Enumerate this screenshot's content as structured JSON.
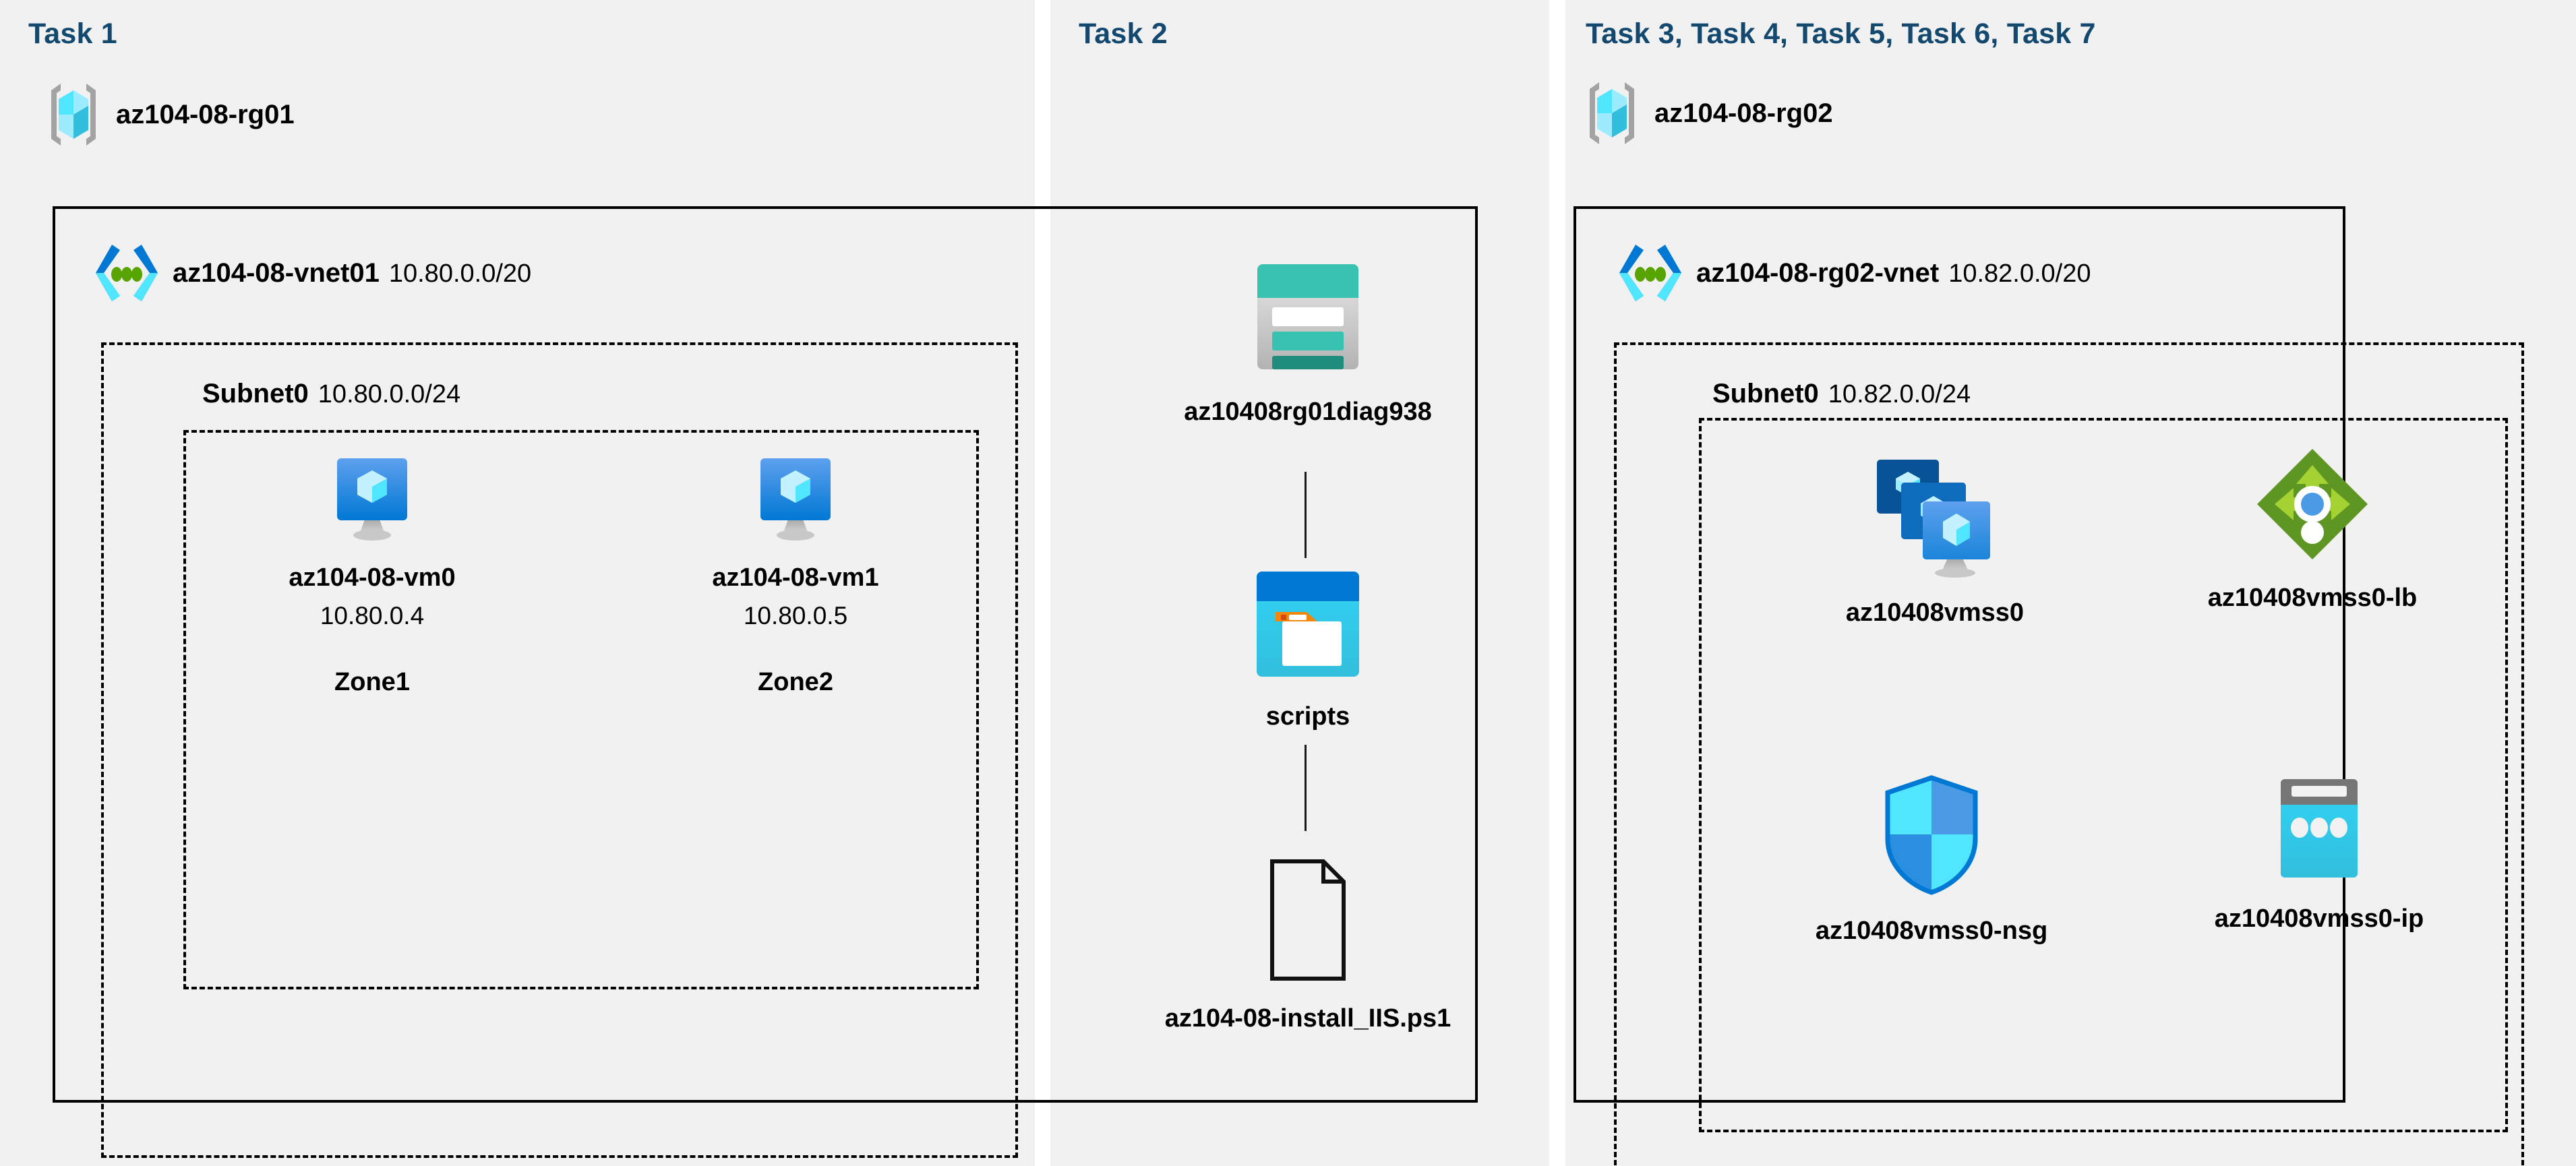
{
  "tasks": {
    "task1_header": "Task 1",
    "task2_header": "Task 2",
    "task3_header": "Task 3, Task 4, Task 5, Task 6, Task 7"
  },
  "colors": {
    "panel_bg": "#f1f1f1",
    "page_bg": "#ffffff",
    "task_header": "#13486f",
    "border": "#000000",
    "azure_blue": "#0078d4",
    "azure_cyan": "#50e6ff",
    "storage_teal": "#37c2b1",
    "lb_green": "#5e9624",
    "nsg_blue": "#0078d4"
  },
  "task1": {
    "resource_group": {
      "name": "az104-08-rg01",
      "icon": "resource-group-icon"
    },
    "vnet": {
      "name": "az104-08-vnet01",
      "cidr": "10.80.0.0/20",
      "icon": "virtual-network-icon"
    },
    "subnet": {
      "name": "Subnet0",
      "cidr": "10.80.0.0/24"
    },
    "vms": [
      {
        "name": "az104-08-vm0",
        "ip": "10.80.0.4",
        "zone": "Zone1",
        "icon": "virtual-machine-icon"
      },
      {
        "name": "az104-08-vm1",
        "ip": "10.80.0.5",
        "zone": "Zone2",
        "icon": "virtual-machine-icon"
      }
    ]
  },
  "task2": {
    "storage_account": {
      "name": "az10408rg01diag938",
      "icon": "storage-account-icon"
    },
    "container": {
      "name": "scripts",
      "icon": "blob-container-icon"
    },
    "file": {
      "name": "az104-08-install_IIS.ps1",
      "icon": "file-icon"
    }
  },
  "task3": {
    "resource_group": {
      "name": "az104-08-rg02",
      "icon": "resource-group-icon"
    },
    "vnet": {
      "name": "az104-08-rg02-vnet",
      "cidr": "10.82.0.0/20",
      "icon": "virtual-network-icon"
    },
    "subnet": {
      "name": "Subnet0",
      "cidr": "10.82.0.0/24"
    },
    "resources": [
      {
        "name": "az10408vmss0",
        "icon": "vm-scale-set-icon"
      },
      {
        "name": "az10408vmss0-lb",
        "icon": "load-balancer-icon"
      },
      {
        "name": "az10408vmss0-nsg",
        "icon": "network-security-group-icon"
      },
      {
        "name": "az10408vmss0-ip",
        "icon": "public-ip-address-icon"
      }
    ]
  }
}
